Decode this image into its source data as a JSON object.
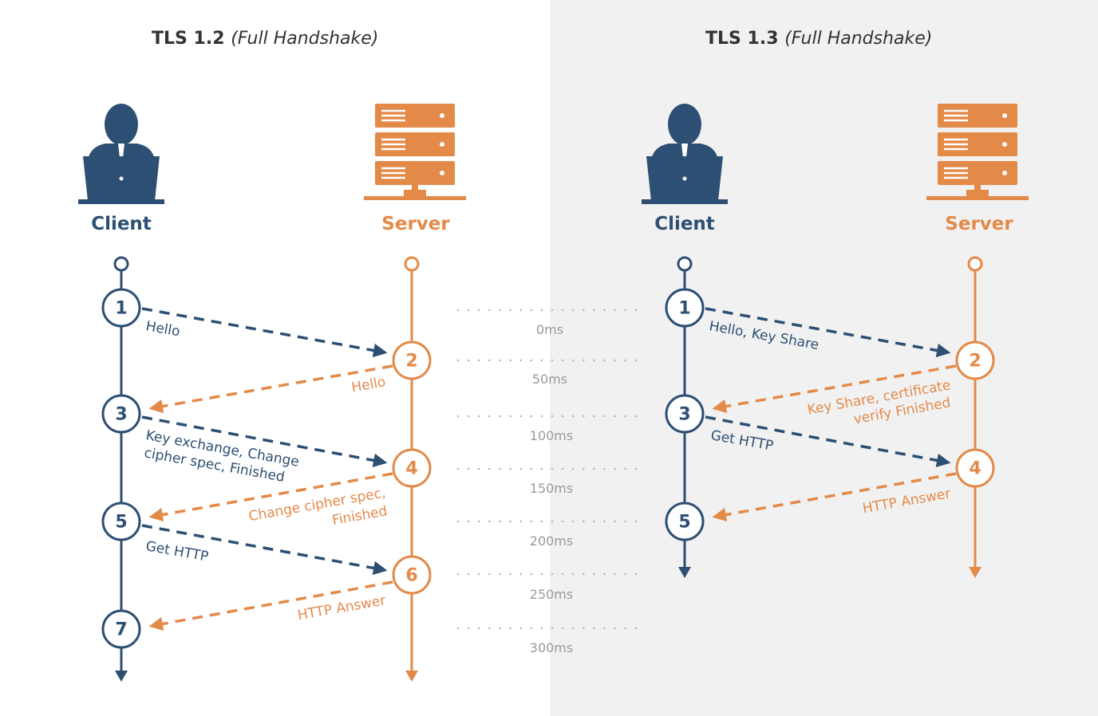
{
  "colors": {
    "client": "#2c4f73",
    "server": "#e48a49",
    "panel": "#f1f1f1",
    "timeline_text": "#9a9a9a"
  },
  "tls12": {
    "title": "TLS 1.2",
    "subtitle": "(Full Handshake)",
    "client_label": "Client",
    "server_label": "Server",
    "steps": [
      "1",
      "2",
      "3",
      "4",
      "5",
      "6",
      "7"
    ],
    "messages": {
      "m1": "Hello",
      "m2": "Hello",
      "m3a": "Key exchange, Change",
      "m3b": "cipher spec, Finished",
      "m4a": "Change cipher spec,",
      "m4b": "Finished",
      "m5": "Get HTTP",
      "m6": "HTTP Answer"
    }
  },
  "tls13": {
    "title": "TLS 1.3",
    "subtitle": "(Full Handshake)",
    "client_label": "Client",
    "server_label": "Server",
    "steps": [
      "1",
      "2",
      "3",
      "4",
      "5"
    ],
    "messages": {
      "m1": "Hello, Key Share",
      "m2a": "Key Share, certificate",
      "m2b": "verify  Finished",
      "m3": "Get HTTP",
      "m4": "HTTP Answer"
    }
  },
  "timeline": [
    "0ms",
    "50ms",
    "100ms",
    "150ms",
    "200ms",
    "250ms",
    "300ms"
  ],
  "icons": {
    "client": "user-laptop-icon",
    "server": "server-rack-icon"
  }
}
